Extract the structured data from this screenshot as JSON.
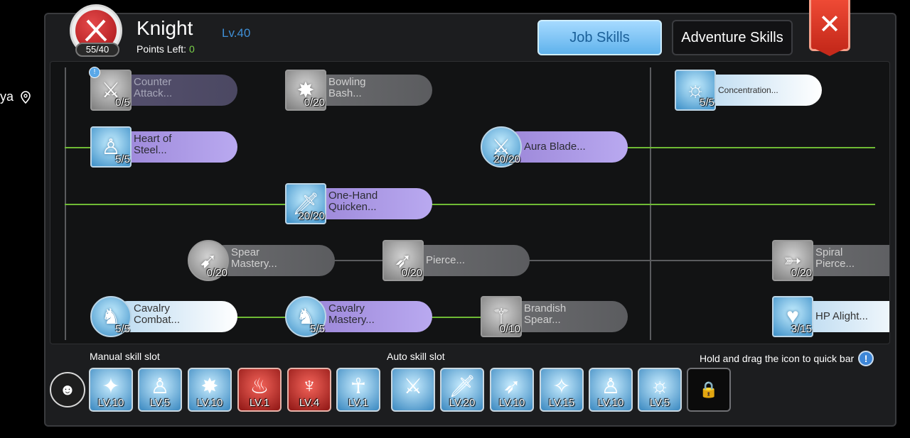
{
  "left_edge": {
    "text": "ya"
  },
  "header": {
    "class_name": "Knight",
    "level": "Lv.40",
    "points_ratio": "55/40",
    "points_left_label": "Points Left:",
    "points_left_value": "0"
  },
  "tabs": {
    "job": "Job Skills",
    "adventure": "Adventure Skills"
  },
  "close": {
    "glyph": "✕"
  },
  "skills": {
    "counter_attack": {
      "name": "Counter Attack...",
      "l1": "Counter",
      "l2": "Attack...",
      "count": "0/5",
      "badge": "!"
    },
    "bowling_bash": {
      "l1": "Bowling",
      "l2": "Bash...",
      "count": "0/20"
    },
    "concentration": {
      "name": "Concentration...",
      "count": "5/5"
    },
    "heart_of_steel": {
      "l1": "Heart of",
      "l2": "Steel...",
      "count": "5/5"
    },
    "aura_blade": {
      "name": "Aura Blade...",
      "count": "20/20"
    },
    "one_hand_quicken": {
      "l1": "One-Hand",
      "l2": "Quicken...",
      "count": "20/20"
    },
    "spear_mastery": {
      "l1": "Spear",
      "l2": "Mastery...",
      "count": "0/20"
    },
    "pierce": {
      "name": "Pierce...",
      "count": "0/20"
    },
    "spiral_pierce": {
      "l1": "Spiral",
      "l2": "Pierce...",
      "count": "0/20"
    },
    "cavalry_combat": {
      "l1": "Cavalry",
      "l2": "Combat...",
      "count": "5/5"
    },
    "cavalry_mastery": {
      "l1": "Cavalry",
      "l2": "Mastery...",
      "count": "5/5"
    },
    "brandish_spear": {
      "l1": "Brandish",
      "l2": "Spear...",
      "count": "0/10"
    },
    "hp_alight": {
      "name": "HP Alight...",
      "count": "3/15"
    }
  },
  "slots": {
    "manual_label": "Manual skill slot",
    "auto_label": "Auto skill slot",
    "hint": "Hold and drag the icon to quick bar",
    "hint_icon": "!",
    "manual": [
      "LV.10",
      "LV.5",
      "LV.10",
      "LV.1",
      "LV.4",
      "LV.1"
    ],
    "auto": [
      "",
      "LV.20",
      "LV.10",
      "LV.15",
      "LV.10",
      "LV.5"
    ]
  }
}
